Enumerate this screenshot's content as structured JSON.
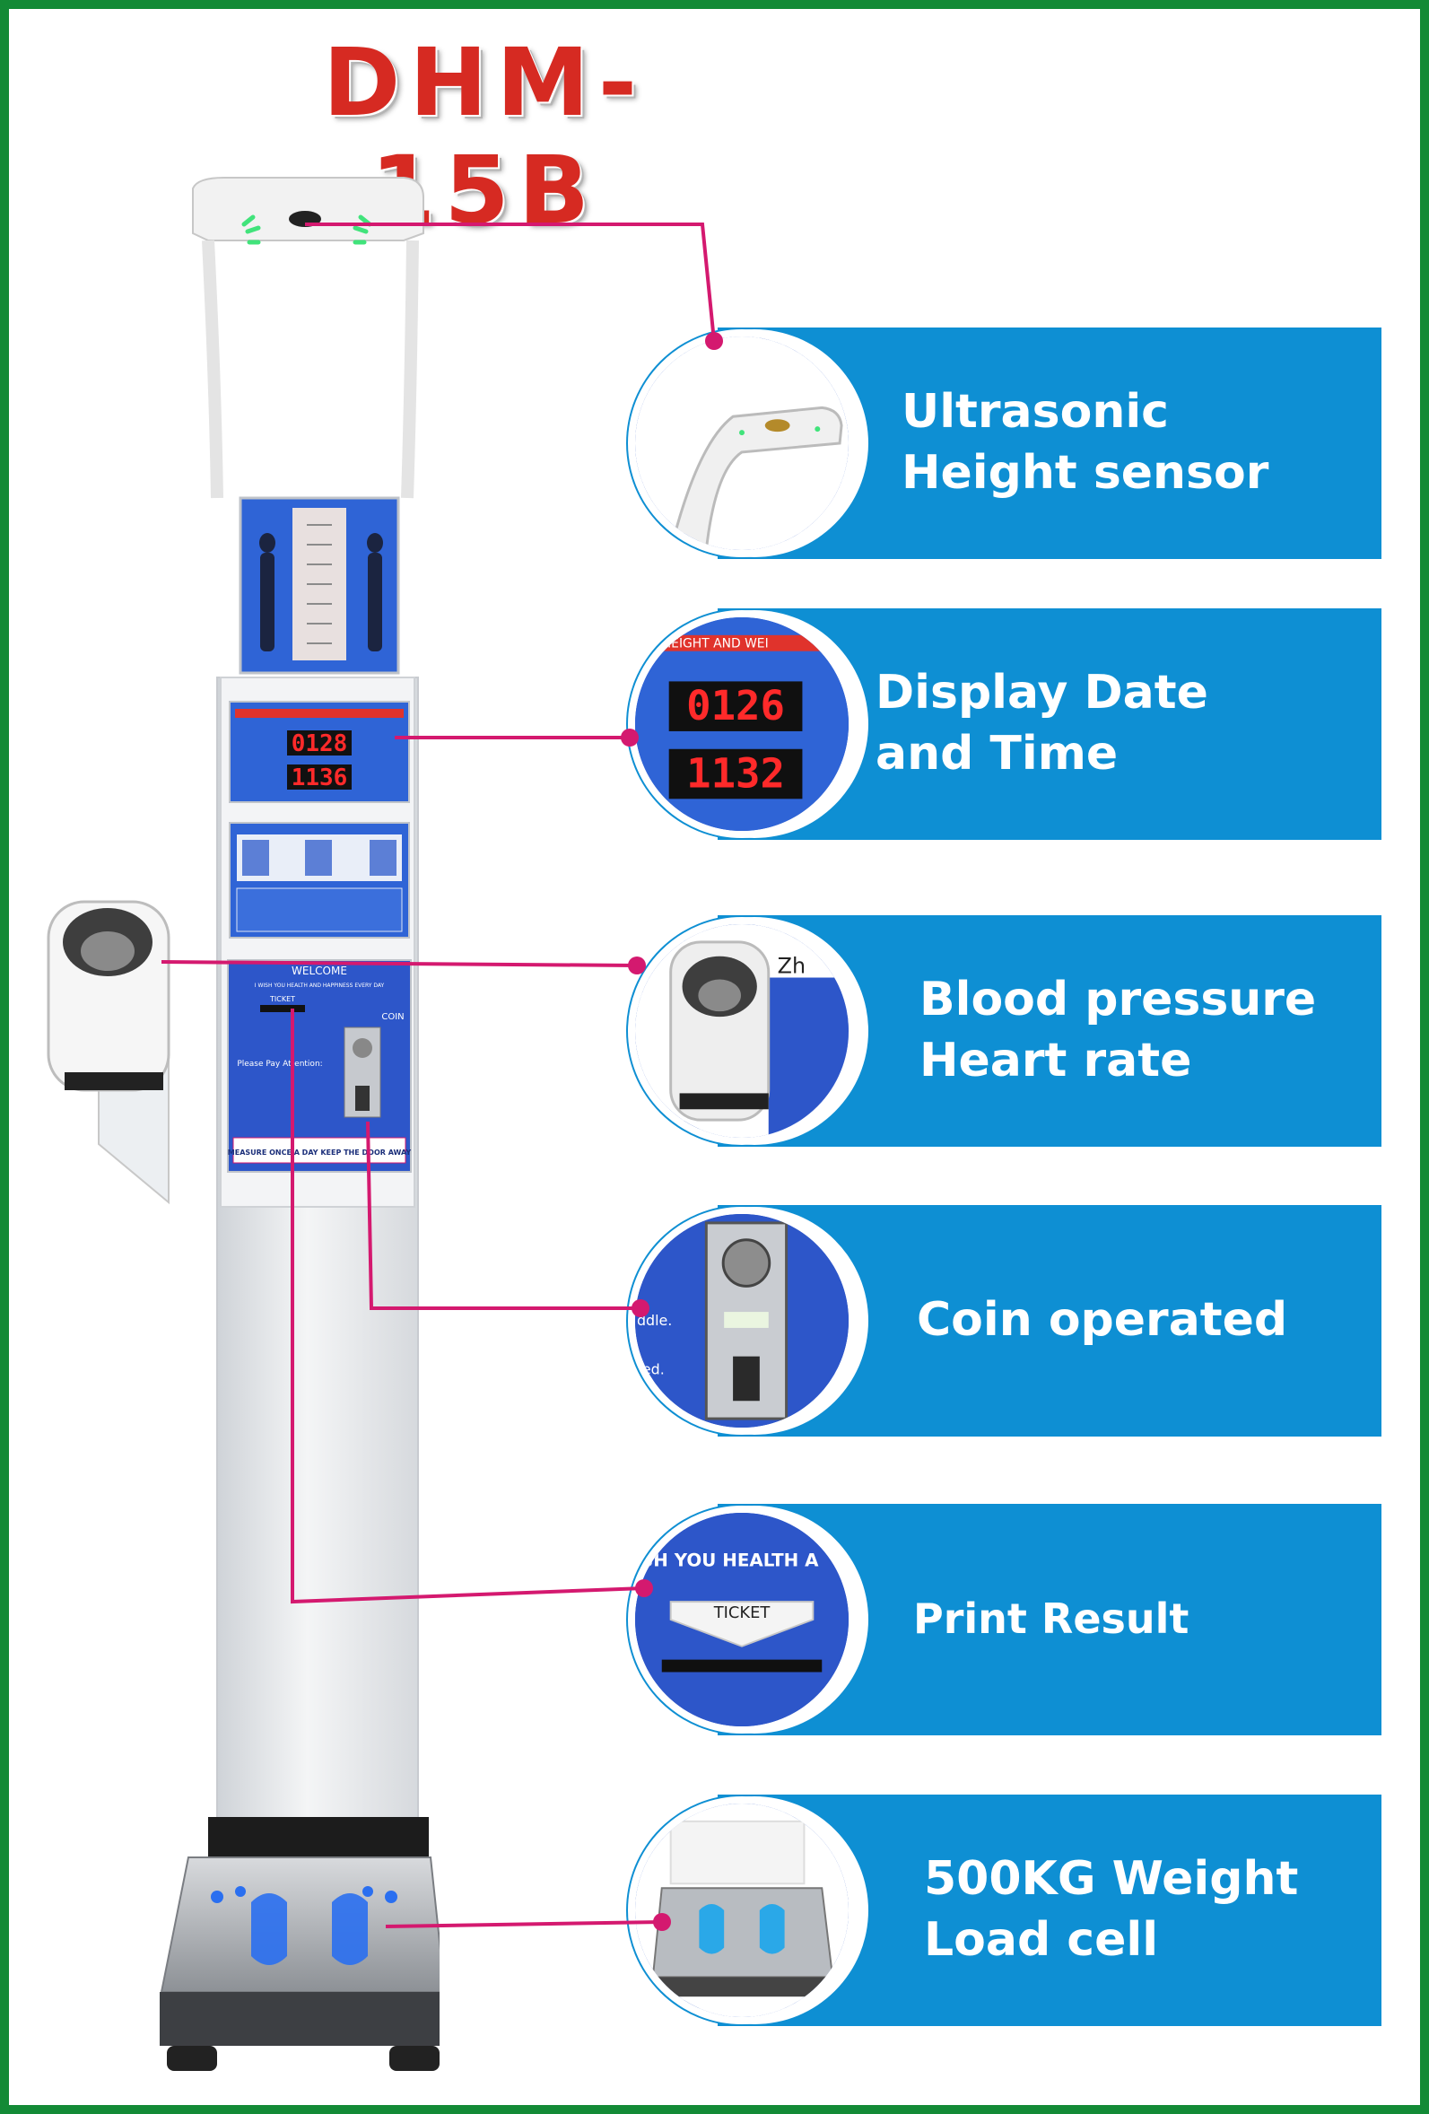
{
  "model_title": "DHM-15B",
  "colors": {
    "frame": "#138a36",
    "title": "#d62a22",
    "panel": "#0e8fd3",
    "leader": "#d4196f",
    "led": "#ff2a2a"
  },
  "machine": {
    "display": {
      "row1": "0128",
      "row2": "1136"
    },
    "welcome": "WELCOME",
    "welcome_sub": "I WISH YOU HEALTH AND HAPPINESS EVERY DAY",
    "ticket": "TICKET",
    "coin": "COIN",
    "attention": "Please Pay Attention:",
    "footer": "MEASURE ONCE A DAY   KEEP THE DOOR AWAY"
  },
  "features": [
    {
      "lines": [
        "Ultrasonic",
        "Height sensor"
      ],
      "icon": "ultrasonic-sensor-icon"
    },
    {
      "lines": [
        "Display Date",
        "and Time"
      ],
      "icon": "led-display-icon",
      "display": {
        "row1": "0126",
        "row2": "1132"
      },
      "caption": "HEIGHT AND WEI"
    },
    {
      "lines": [
        "Blood pressure",
        "Heart rate"
      ],
      "icon": "blood-pressure-cuff-icon",
      "caption": "Zh"
    },
    {
      "lines": [
        "Coin operated"
      ],
      "icon": "coin-acceptor-icon",
      "caption_top": "ddle.",
      "caption_bottom": "ed."
    },
    {
      "lines": [
        "Print Result"
      ],
      "icon": "ticket-printer-icon",
      "caption": "SH YOU HEALTH A",
      "ticket": "TICKET"
    },
    {
      "lines": [
        "500KG Weight",
        "Load cell"
      ],
      "icon": "weight-scale-icon"
    }
  ]
}
